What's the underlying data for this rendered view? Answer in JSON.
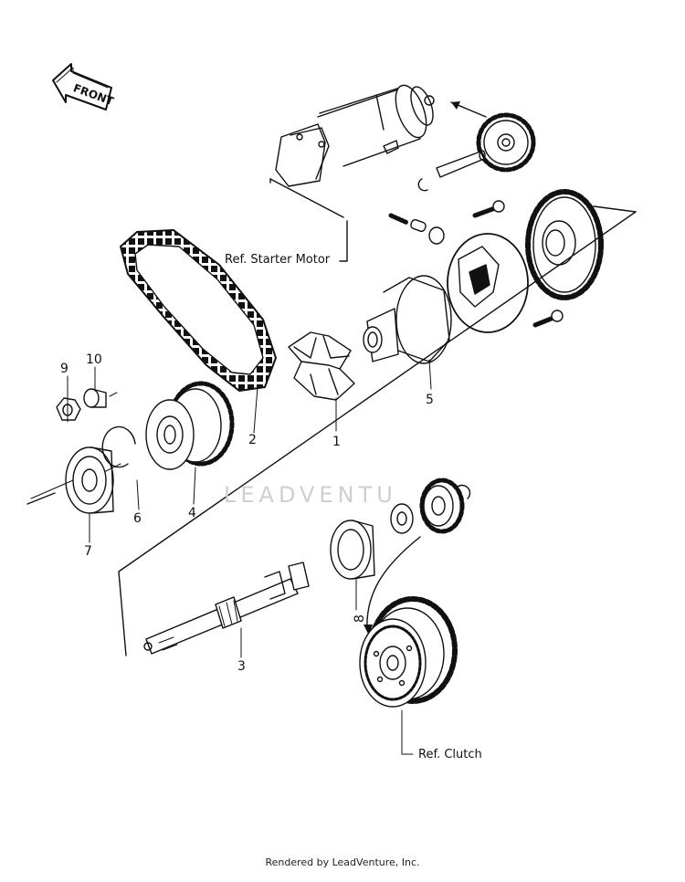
{
  "diagram": {
    "front_label": "FRONT",
    "refs": {
      "starter_motor": "Ref.  Starter Motor",
      "clutch": "Ref.  Clutch"
    },
    "part_numbers": [
      "1",
      "2",
      "3",
      "4",
      "5",
      "6",
      "7",
      "8",
      "9",
      "10"
    ],
    "watermark": "LEADVENTU",
    "footer": "Rendered by LeadVenture, Inc."
  }
}
